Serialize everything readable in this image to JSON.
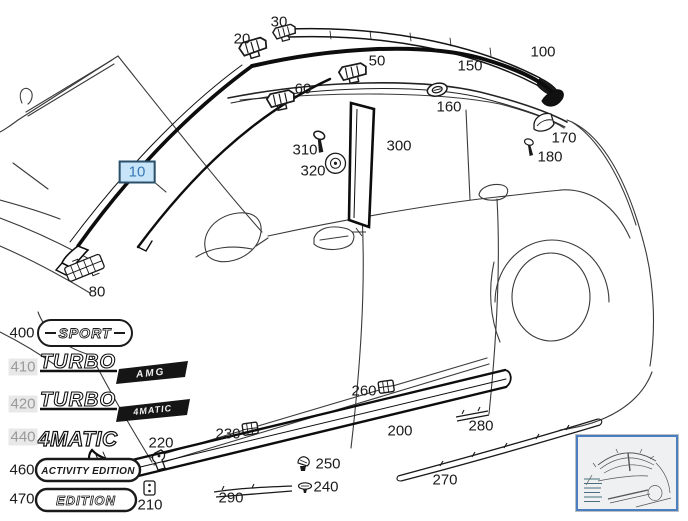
{
  "diagram": {
    "type": "parts-catalog-exploded-view",
    "subject": "car exterior mouldings, roof trim strips, pillar covers, sill mouldings and model badges",
    "selected_callout": "10"
  },
  "colors": {
    "background": "#ffffff",
    "line": "#2f2f2f",
    "bold_line": "#0d0d0d",
    "label": "#1b1b1b",
    "label_muted": "#9a9a9a",
    "label_muted_bg": "#e8e8e8",
    "highlight_bg": "#c8e4f8",
    "highlight_border": "#2a4f69",
    "highlight_text": "#3a78b5",
    "thumbnail_border": "#4a7ec0"
  },
  "callouts": [
    {
      "text": "10",
      "state": "highlighted"
    },
    {
      "text": "20",
      "state": "normal"
    },
    {
      "text": "30",
      "state": "normal"
    },
    {
      "text": "50",
      "state": "normal"
    },
    {
      "text": "60",
      "state": "normal"
    },
    {
      "text": "80",
      "state": "normal"
    },
    {
      "text": "100",
      "state": "normal"
    },
    {
      "text": "150",
      "state": "normal"
    },
    {
      "text": "160",
      "state": "normal"
    },
    {
      "text": "170",
      "state": "normal"
    },
    {
      "text": "180",
      "state": "normal"
    },
    {
      "text": "200",
      "state": "normal"
    },
    {
      "text": "210",
      "state": "normal"
    },
    {
      "text": "220",
      "state": "normal"
    },
    {
      "text": "230",
      "state": "normal"
    },
    {
      "text": "240",
      "state": "normal"
    },
    {
      "text": "250",
      "state": "normal"
    },
    {
      "text": "260",
      "state": "normal"
    },
    {
      "text": "270",
      "state": "normal"
    },
    {
      "text": "280",
      "state": "normal"
    },
    {
      "text": "290",
      "state": "normal"
    },
    {
      "text": "300",
      "state": "normal"
    },
    {
      "text": "310",
      "state": "normal"
    },
    {
      "text": "320",
      "state": "normal"
    },
    {
      "text": "400",
      "state": "normal"
    },
    {
      "text": "410",
      "state": "muted"
    },
    {
      "text": "420",
      "state": "muted"
    },
    {
      "text": "440",
      "state": "muted"
    },
    {
      "text": "460",
      "state": "normal"
    },
    {
      "text": "470",
      "state": "normal"
    }
  ],
  "badges": {
    "sport": "SPORT",
    "turbo_amg": "TURBO",
    "amg_plate": "AMG",
    "turbo_4matic": "TURBO",
    "matic_plate": "4MATIC",
    "four_matic": "4MATIC",
    "activity_edition": "ACTIVITY EDITION",
    "edition": "EDITION"
  }
}
